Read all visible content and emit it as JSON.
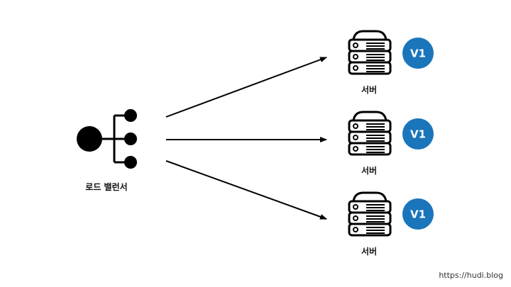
{
  "load_balancer": {
    "label": "로드 밸런서",
    "icon": "load-balancer-icon"
  },
  "servers": [
    {
      "label": "서버",
      "version": "V1",
      "icon": "server-rack-icon"
    },
    {
      "label": "서버",
      "version": "V1",
      "icon": "server-rack-icon"
    },
    {
      "label": "서버",
      "version": "V1",
      "icon": "server-rack-icon"
    }
  ],
  "colors": {
    "version_badge": "#1a75bb",
    "stroke": "#000000"
  },
  "footer": {
    "credit": "https://hudi.blog"
  }
}
